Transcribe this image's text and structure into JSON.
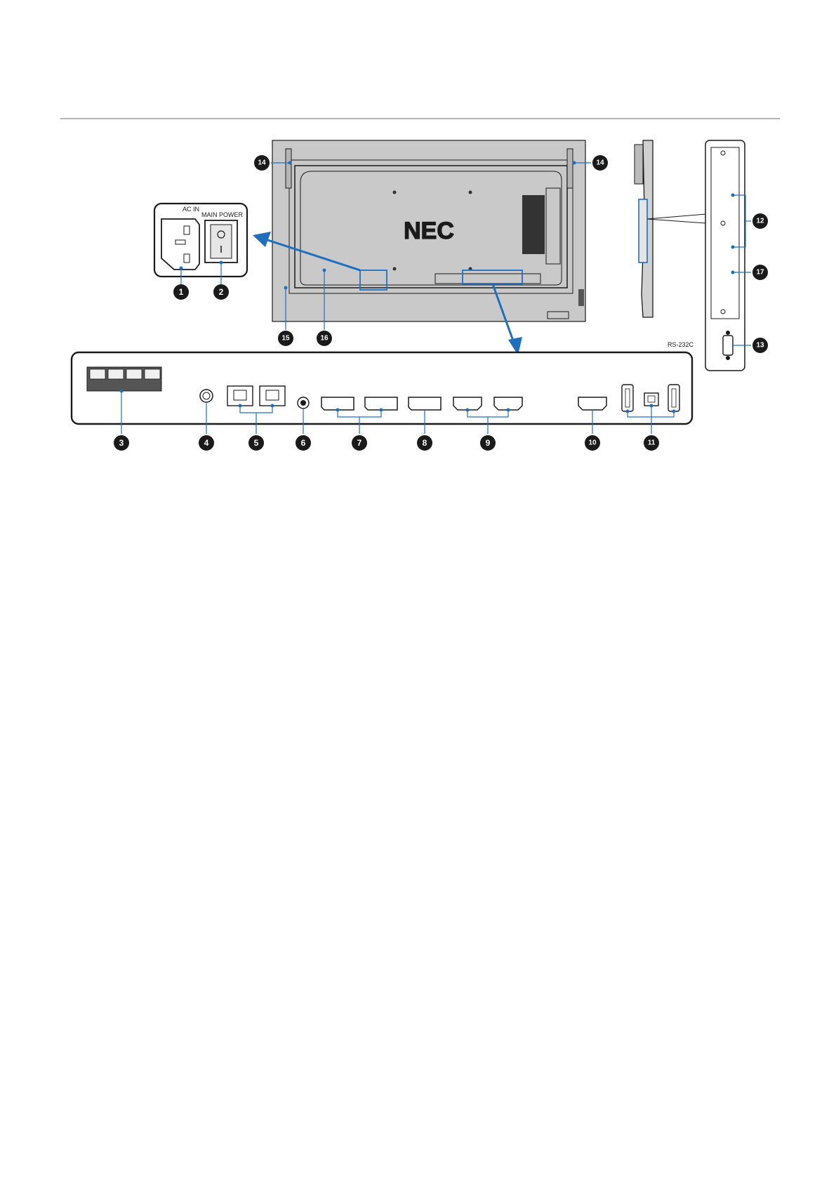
{
  "labels": {
    "ac_in": "AC IN",
    "main_power": "MAIN POWER",
    "rs232c": "RS-232C",
    "brand": "NEC"
  },
  "callouts": {
    "c1": "1",
    "c2": "2",
    "c3": "3",
    "c4": "4",
    "c5": "5",
    "c6": "6",
    "c7": "7",
    "c8": "8",
    "c9": "9",
    "c10": "10",
    "c11": "11",
    "c12": "12",
    "c13": "13",
    "c14": "14",
    "c15": "15",
    "c16": "16",
    "c17": "17"
  },
  "colors": {
    "accent_blue": "#1f6fc0",
    "panel_gray": "#c9c9c9",
    "outline": "#1a1a1a",
    "rule": "#9a9a9a"
  }
}
